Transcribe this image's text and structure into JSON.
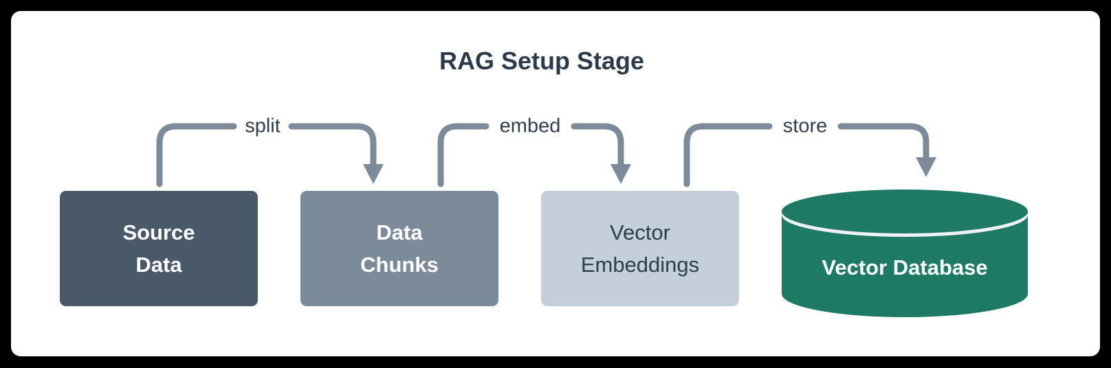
{
  "title": "RAG Setup Stage",
  "colors": {
    "frame": "#000000",
    "panel_bg": "#ffffff",
    "title_text": "#2b3b4c",
    "dark_text": "#2e3d4e",
    "light_text": "#ffffff",
    "arrow": "#7d8a99",
    "box1_bg": "#4a5967",
    "box2_bg": "#7b8b99",
    "box3_bg": "#c4cfd9",
    "db_fill": "#1e7a65",
    "db_rim": "#eef1f3"
  },
  "chart_data": {
    "type": "flow-diagram",
    "title": "RAG Setup Stage",
    "nodes": [
      {
        "id": "source-data",
        "shape": "rect",
        "color": "#4a5967",
        "label_line1": "Source",
        "label_line2": "Data"
      },
      {
        "id": "data-chunks",
        "shape": "rect",
        "color": "#7b8b99",
        "label_line1": "Data",
        "label_line2": "Chunks"
      },
      {
        "id": "vector-embeddings",
        "shape": "rect",
        "color": "#c4cfd9",
        "label_line1": "Vector",
        "label_line2": "Embeddings"
      },
      {
        "id": "vector-database",
        "shape": "cylinder",
        "color": "#1e7a65",
        "label": "Vector Database"
      }
    ],
    "edges": [
      {
        "from": "source-data",
        "to": "data-chunks",
        "label": "split"
      },
      {
        "from": "data-chunks",
        "to": "vector-embeddings",
        "label": "embed"
      },
      {
        "from": "vector-embeddings",
        "to": "vector-database",
        "label": "store"
      }
    ]
  }
}
